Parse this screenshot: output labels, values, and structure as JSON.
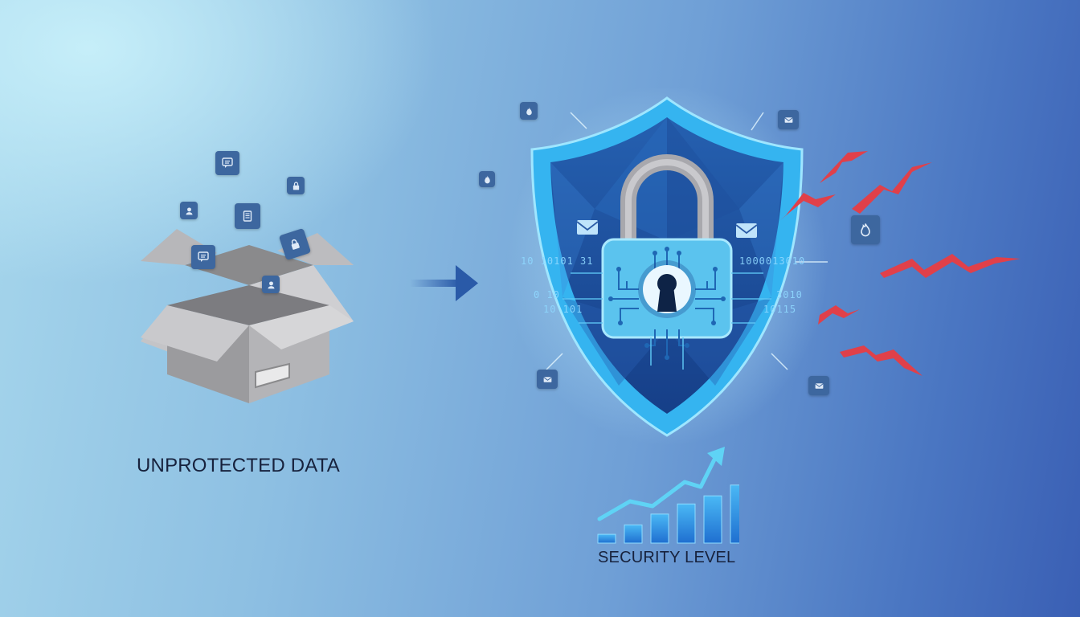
{
  "labels": {
    "unprotected": "UNPROTECTED DATA",
    "security_level": "SECURITY LEVEL"
  },
  "binary_text": {
    "left_1": "10 10101 31",
    "left_2": "0 10",
    "left_3": "10 101",
    "right_1": "1000013010",
    "right_2": "3010",
    "right_3": "10115"
  },
  "security_level_bars": [
    0.13,
    0.27,
    0.43,
    0.58,
    0.7,
    0.86
  ],
  "icons": {
    "box": "open-cardboard-box-icon",
    "arrow": "right-arrow-icon",
    "shield": "shield-icon",
    "lock": "circuit-padlock-icon",
    "keyhole": "keyhole-icon",
    "threat": "red-lightning-threat-icon",
    "trend": "upward-trend-arrow-icon",
    "floating": [
      "chat-icon",
      "lock-icon",
      "user-icon",
      "document-icon",
      "fire-icon",
      "mail-icon"
    ]
  },
  "colors": {
    "shield_outer": "#2ea8ea",
    "shield_inner": "#1e4f9c",
    "lock_body": "#5bc3ee",
    "threat": "#e0404a",
    "bars": "#2d8fe0",
    "label_text": "#17223d",
    "tile": "#3d679f"
  }
}
